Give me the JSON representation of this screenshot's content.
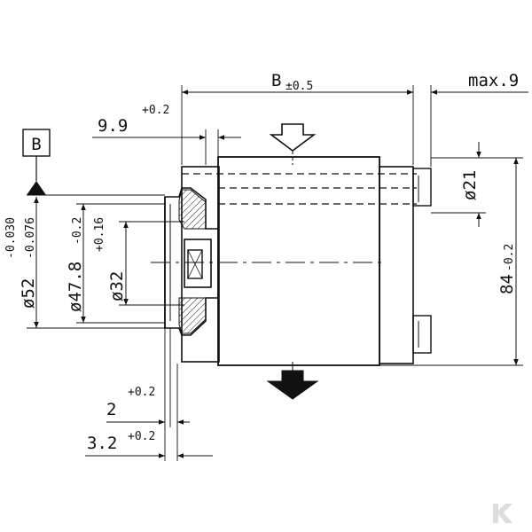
{
  "drawing": {
    "datum_label": "B",
    "dimensions": {
      "width_B": {
        "main": "B",
        "tol": "±0.5"
      },
      "max_offset": {
        "main": "max.9"
      },
      "flange_step": {
        "main": "9.9",
        "tol": "+0.2"
      },
      "pilot_diameter": {
        "main": "ø52",
        "tol_upper": "-0.030",
        "tol_lower": "-0.076"
      },
      "shoulder_diameter": {
        "main": "ø47.8",
        "tol": "-0.2"
      },
      "bore_diameter": {
        "main": "ø32",
        "tol": "+0.16"
      },
      "port_diameter": {
        "main": "ø21"
      },
      "body_height": {
        "main": "84",
        "tol": "-0.2"
      },
      "face_gap": {
        "main": "2",
        "tol": "+0.2"
      },
      "face_offset": {
        "main": "3.2",
        "tol": "+0.2"
      }
    },
    "colors": {
      "ink": "#111111",
      "hatch": "#222222",
      "logo": "#d9d9d9"
    },
    "icons": {
      "inlet": "arrow-down-outline-icon",
      "outlet": "arrow-down-filled-icon",
      "datum": "datum-triangle-icon",
      "logo": "k-logo-icon"
    }
  }
}
